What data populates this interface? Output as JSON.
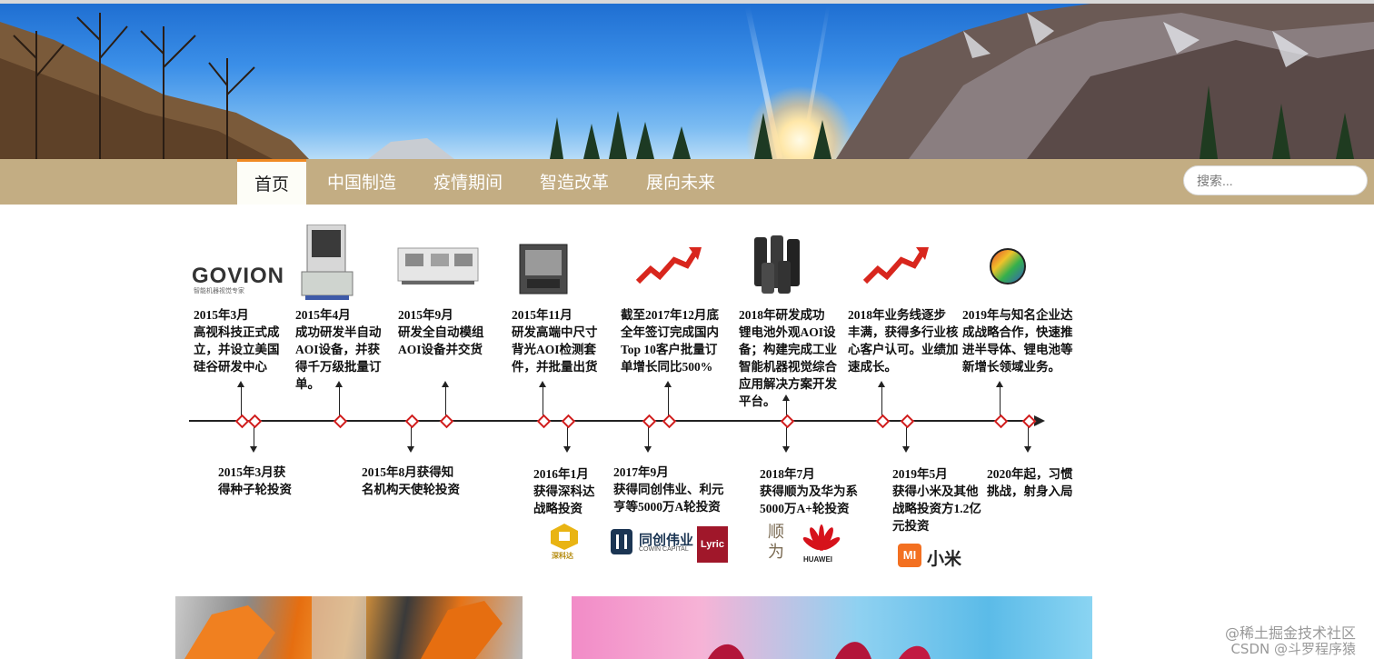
{
  "nav": {
    "items": [
      {
        "label": "首页",
        "active": true
      },
      {
        "label": "中国制造",
        "active": false
      },
      {
        "label": "疫情期间",
        "active": false
      },
      {
        "label": "智造改革",
        "active": false
      },
      {
        "label": "展向未来",
        "active": false
      }
    ]
  },
  "search": {
    "placeholder": "搜索..."
  },
  "timeline": {
    "top_events": [
      {
        "date": "2015年3月",
        "text": "高视科技正式成立，并设立美国硅谷研发中心",
        "image": "govion-logo"
      },
      {
        "date": "2015年4月",
        "text": "成功研发半自动AOI设备，并获得千万级批量订单。",
        "image": "semi-auto-aoi-machine"
      },
      {
        "date": "2015年9月",
        "text": "研发全自动模组AOI设备并交货",
        "image": "full-auto-aoi-machine"
      },
      {
        "date": "2015年11月",
        "text": "研发高端中尺寸背光AOI检测套件，并批量出货",
        "image": "backlight-aoi-kit"
      },
      {
        "date": "截至2017年12月底",
        "text": "全年签订完成国内Top 10客户批量订单增长同比500%",
        "image": "growth-arrow-icon"
      },
      {
        "date": "2018年研发成功",
        "text": "锂电池外观AOI设备；构建完成工业智能机器视觉综合应用解决方案开发平台。",
        "image": "lithium-battery"
      },
      {
        "date": "2018年业务线逐步",
        "text": "丰满，获得多行业核心客户认可。业绩加速成长。",
        "image": "growth-arrow-icon"
      },
      {
        "date": "2019年与知名企业达",
        "text": "成战略合作，快速推进半导体、锂电池等新增长领域业务。",
        "image": "wafer-chip"
      }
    ],
    "bottom_events": [
      {
        "date": "2015年3月获",
        "text": "得种子轮投资"
      },
      {
        "date": "2015年8月获得知",
        "text": "名机构天使轮投资"
      },
      {
        "date": "2016年1月",
        "text": "获得深科达战略投资",
        "logo": "深科达"
      },
      {
        "date": "2017年9月",
        "text": "获得同创伟业、利元亨等5000万A轮投资",
        "logo": "同创伟业"
      },
      {
        "date": "2018年7月",
        "text": "获得顺为及华为系5000万A+轮投资",
        "logo": "HUAWEI"
      },
      {
        "date": "2019年5月",
        "text": "获得小米及其他战略投资方1.2亿元投资",
        "logo": "小米"
      },
      {
        "date": "2020年起，习惯",
        "text": "挑战，射身入局"
      }
    ],
    "logos": {
      "govion": "GOVION",
      "govion_sub": "智能机器视觉专家",
      "shenkeda": "深科达",
      "tongchuang": "同创伟业",
      "tongchuang_sub": "COWIN CAPITAL",
      "lyric": "Lyric",
      "shunwei": "顺为",
      "huawei": "HUAWEI",
      "xiaomi": "小米",
      "mi": "MI"
    }
  },
  "watermark": {
    "line1": "@稀土掘金技术社区",
    "line2": "CSDN @斗罗程序猿"
  },
  "colors": {
    "nav_bg": "#c3ad83",
    "nav_active_bg": "#fdfdf7",
    "nav_active_border": "#f08a24",
    "timeline_dot": "#d01c1c"
  }
}
